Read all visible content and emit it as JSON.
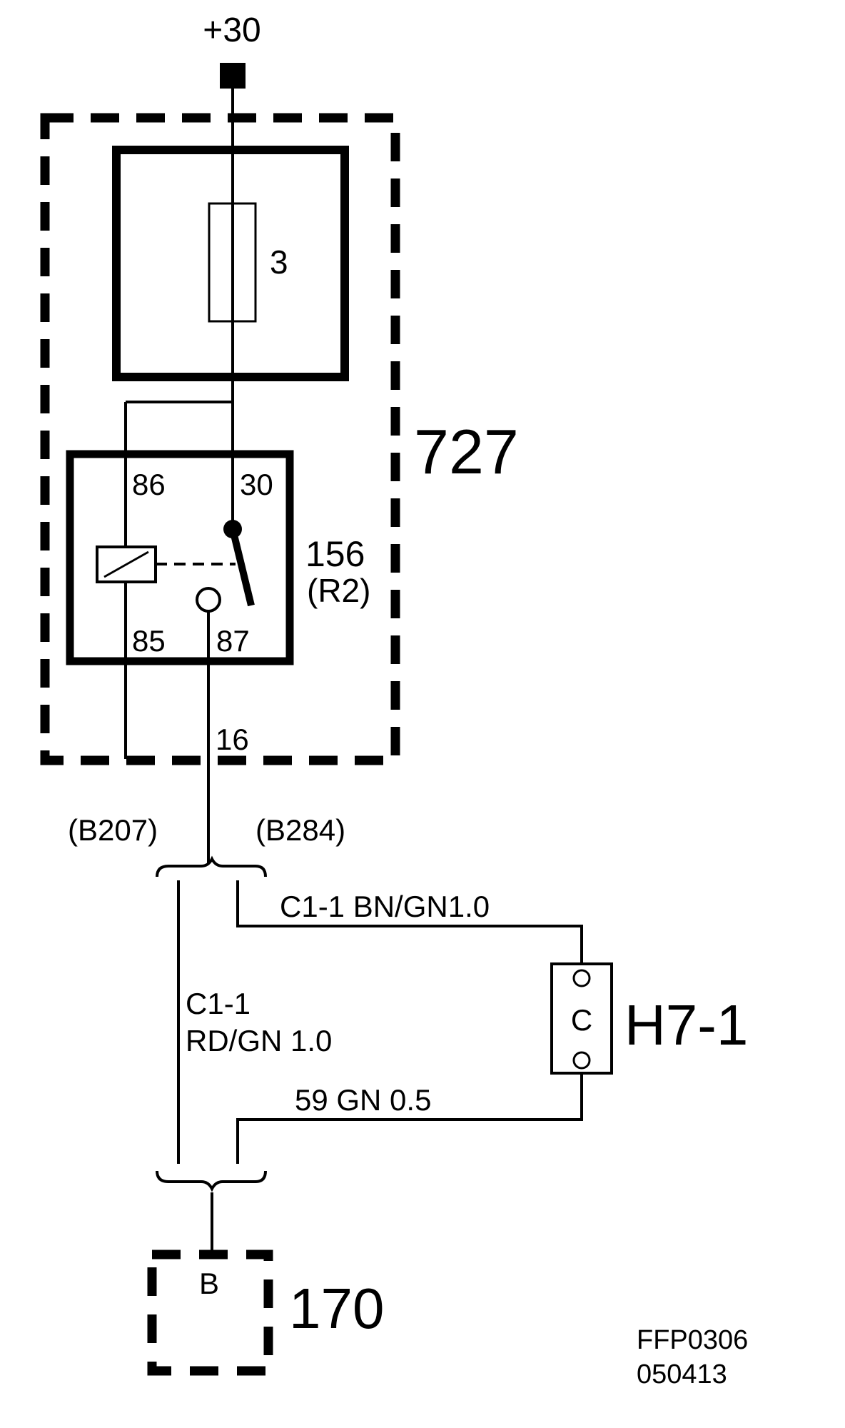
{
  "supply": {
    "label": "+30"
  },
  "fuse": {
    "number": "3"
  },
  "module": {
    "number": "727",
    "pin": "16"
  },
  "relay": {
    "number": "156",
    "designation": "(R2)",
    "pins": {
      "p86": "86",
      "p30": "30",
      "p85": "85",
      "p87": "87"
    }
  },
  "splices": {
    "left": "(B207)",
    "right": "(B284)"
  },
  "wires": {
    "upper_right": "C1-1 BN/GN1.0",
    "left_line1": "C1-1",
    "left_line2": "RD/GN  1.0",
    "lower_right": "59  GN 0.5"
  },
  "component_h7": {
    "symbol": "C",
    "label": "H7-1"
  },
  "ground": {
    "pin": "B",
    "number": "170"
  },
  "reference": {
    "code": "FFP0306",
    "date": "050413"
  }
}
